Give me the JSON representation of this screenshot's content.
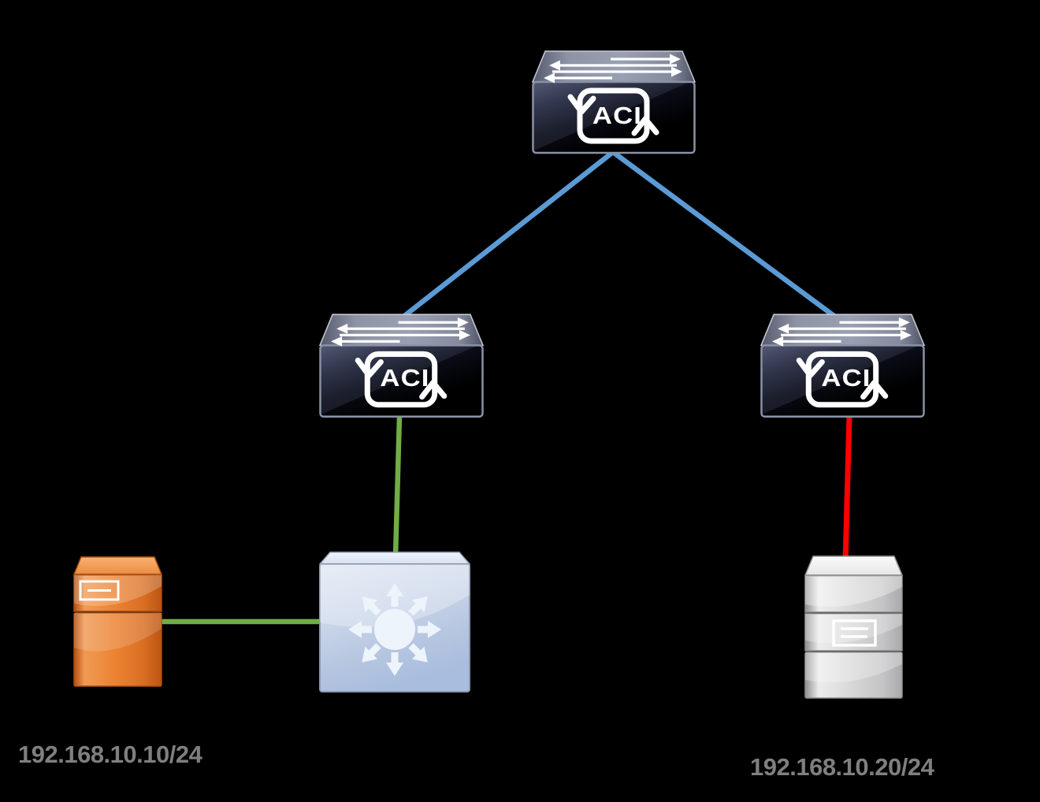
{
  "diagram": {
    "kind": "aci-network-topology",
    "background": "#000000"
  },
  "nodes": {
    "spine": {
      "label": "ACI",
      "icon": "aci-switch-icon"
    },
    "leaf_left": {
      "label": "ACI",
      "icon": "aci-switch-icon"
    },
    "leaf_right": {
      "label": "ACI",
      "icon": "aci-switch-icon"
    },
    "router": {
      "icon": "router-multidirectional-arrows-icon"
    },
    "server_left": {
      "icon": "server-tower-icon",
      "accent": "#e8832f",
      "ip": "192.168.10.10/24"
    },
    "server_right": {
      "icon": "server-tower-icon",
      "accent": "#cfcfcf",
      "ip": "192.168.10.20/24"
    }
  },
  "links": {
    "spine_leaf_left": {
      "color": "#5b9bd5"
    },
    "spine_leaf_right": {
      "color": "#5b9bd5"
    },
    "leaf_left_router": {
      "color": "#70ad47"
    },
    "server_left_router": {
      "color": "#70ad47"
    },
    "leaf_right_server": {
      "color": "#ff0000"
    }
  }
}
